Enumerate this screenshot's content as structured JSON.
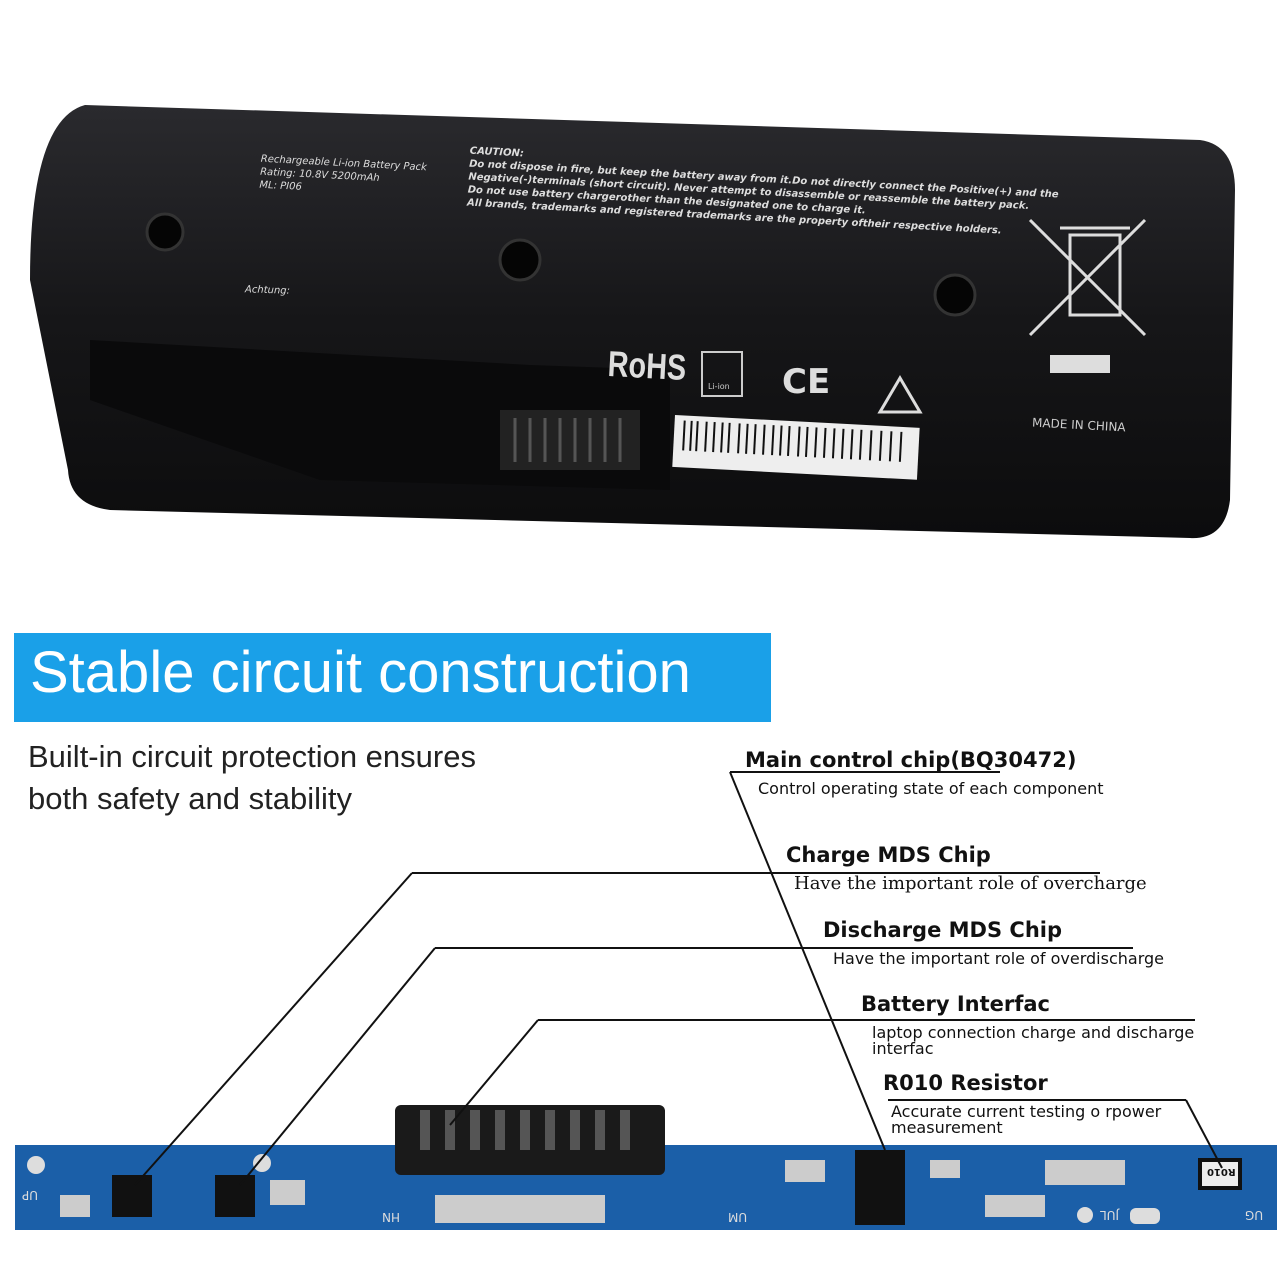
{
  "battery": {
    "label_title": "Rechargeable Li-ion Battery Pack",
    "rating": "Rating: 10.8V  5200mAh",
    "model": "ML: PI06",
    "caution_title": "CAUTION:",
    "caution_lines": [
      "Do not dispose in fire, but keep the battery away from it.Do not directly connect the Positive(+) and the",
      "Negative(-)terminals (short circuit). Never attempt to disassemble or reassemble the battery pack.",
      "Do not use battery chargerother than the designated one to charge it.",
      "All brands, trademarks and registered trademarks are the property oftheir respective holders."
    ],
    "achtung_title": "Achtung:",
    "rohs": "RoHS",
    "li_ion": "Li-ion",
    "ce": "CE",
    "made_in": "MADE IN CHINA",
    "colors": {
      "body": "#141416",
      "label_text": "#dddddd"
    }
  },
  "banner": {
    "title": "Stable circuit construction",
    "color": "#1aa0e8"
  },
  "subtitle": {
    "line1": "Built-in circuit protection ensures",
    "line2": "both safety and stability"
  },
  "callouts": [
    {
      "heading": "Main control chip(BQ30472)",
      "desc": [
        "Control operating state of each component"
      ]
    },
    {
      "heading": "Charge MDS Chip",
      "desc": [
        "Have the important role of overcharge"
      ]
    },
    {
      "heading": "Discharge MDS Chip",
      "desc": [
        "Have the important role of overdischarge"
      ]
    },
    {
      "heading": "Battery Interfac",
      "desc": [
        "laptop connection charge and discharge",
        "interfac"
      ]
    },
    {
      "heading": "R010 Resistor",
      "desc": [
        "Accurate current testing o rpower",
        "measurement"
      ]
    }
  ],
  "pcb": {
    "color": "#1b5fa8",
    "pad_labels": [
      "UP",
      "HN",
      "UM",
      "JUL",
      "UG",
      "R010"
    ]
  }
}
